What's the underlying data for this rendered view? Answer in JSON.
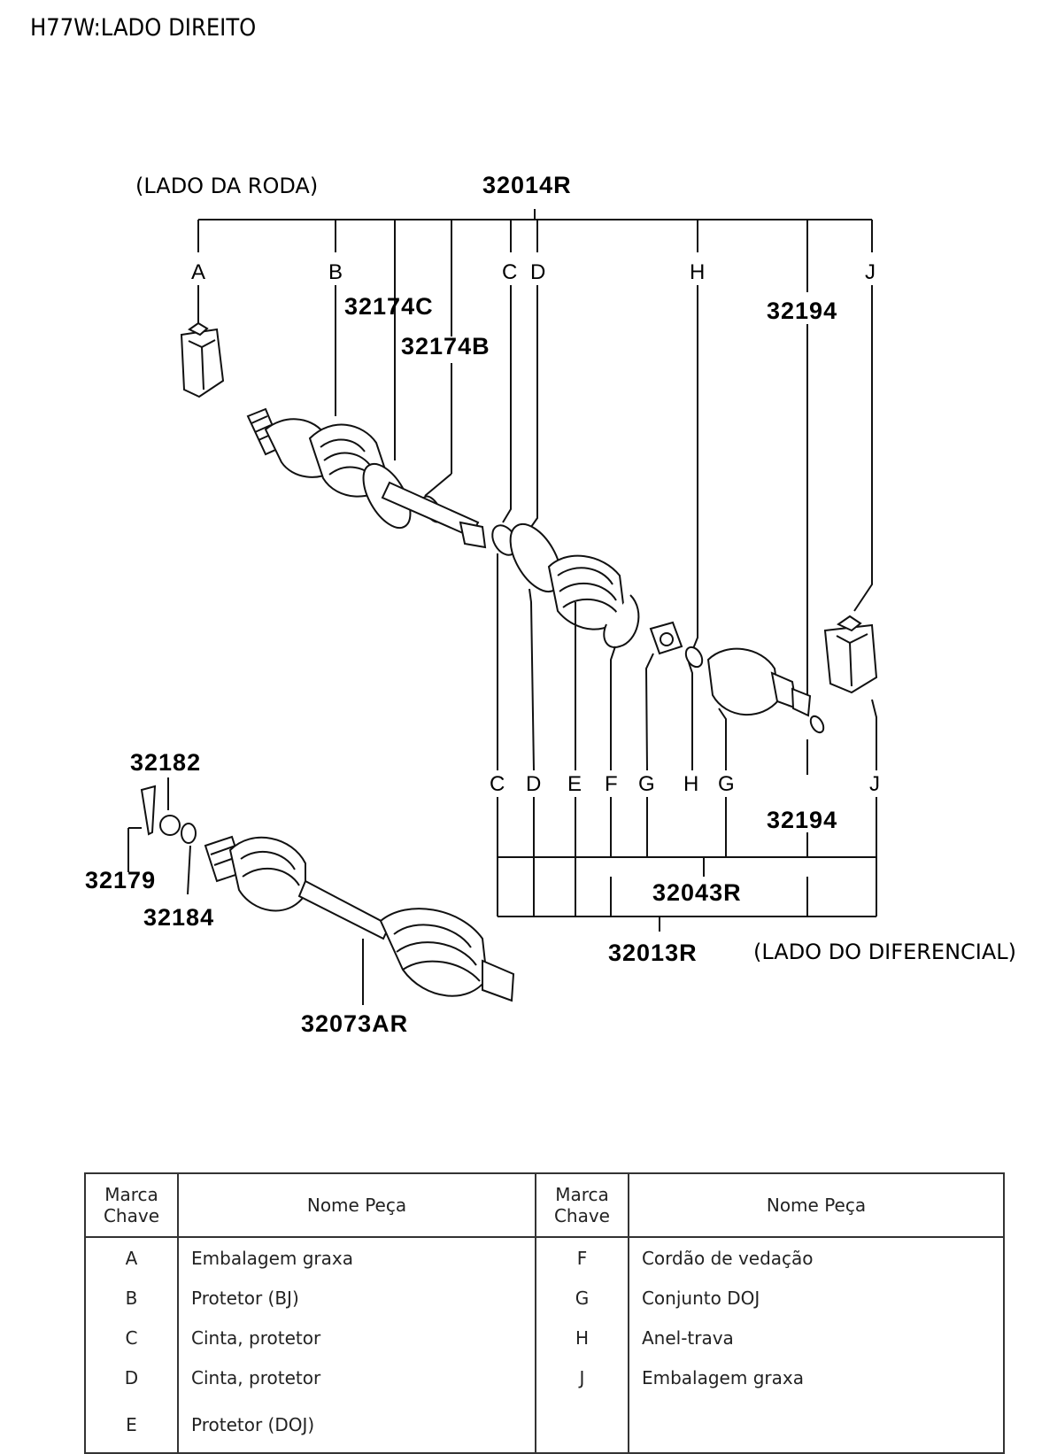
{
  "title": "H77W:LADO DIREITO",
  "side_labels": {
    "wheel_side": "(LADO DA RODA)",
    "differential_side": "(LADO DO DIFERENCIAL)"
  },
  "part_numbers": {
    "kit_top": "32014R",
    "p32174C": "32174C",
    "p32174B": "32174B",
    "p32194_top": "32194",
    "p32182": "32182",
    "p32179": "32179",
    "p32184": "32184",
    "p32194_bottom": "32194",
    "kit_doj": "32043R",
    "kit_bottom": "32013R",
    "shaft_assy": "32073AR"
  },
  "top_keys": [
    "A",
    "B",
    "C",
    "D",
    "H",
    "J"
  ],
  "bottom_keys": [
    "C",
    "D",
    "E",
    "F",
    "G",
    "H",
    "G",
    "J"
  ],
  "legend": {
    "header_key": "Marca Chave",
    "header_name": "Nome Peça",
    "rows": [
      {
        "k1": "A",
        "n1": "Embalagem graxa",
        "k2": "F",
        "n2": "Cordão de vedação"
      },
      {
        "k1": "B",
        "n1": "Protetor (BJ)",
        "k2": "G",
        "n2": "Conjunto DOJ"
      },
      {
        "k1": "C",
        "n1": "Cinta, protetor",
        "k2": "H",
        "n2": "Anel-trava"
      },
      {
        "k1": "D",
        "n1": "Cinta, protetor",
        "k2": "J",
        "n2": "Embalagem graxa"
      },
      {
        "k1": "E",
        "n1": "Protetor (DOJ)",
        "k2": "",
        "n2": ""
      }
    ]
  }
}
